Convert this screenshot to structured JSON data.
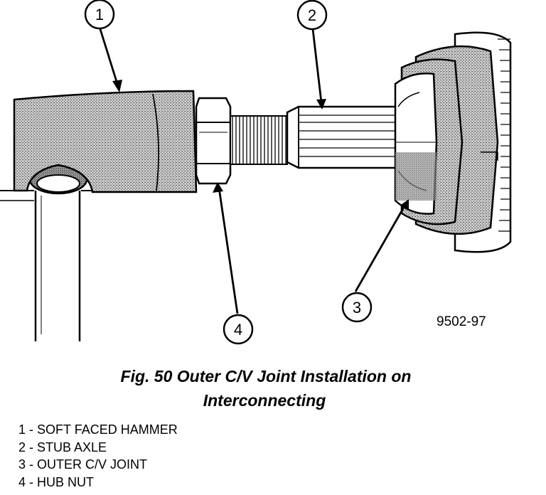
{
  "diagram": {
    "callouts": [
      {
        "number": "1",
        "part": "SOFT FACED HAMMER"
      },
      {
        "number": "2",
        "part": "STUB AXLE"
      },
      {
        "number": "3",
        "part": "OUTER C/V JOINT"
      },
      {
        "number": "4",
        "part": "HUB NUT"
      }
    ],
    "figure_id": "9502-97"
  },
  "caption": {
    "line1": "Fig. 50 Outer C/V Joint Installation on",
    "line2": "Interconnecting"
  },
  "legend": [
    {
      "number": "1",
      "sep": " - ",
      "label": "SOFT FACED HAMMER"
    },
    {
      "number": "2",
      "sep": " - ",
      "label": "STUB AXLE"
    },
    {
      "number": "3",
      "sep": " - ",
      "label": "OUTER C/V JOINT"
    },
    {
      "number": "4",
      "sep": " - ",
      "label": "HUB NUT"
    }
  ]
}
